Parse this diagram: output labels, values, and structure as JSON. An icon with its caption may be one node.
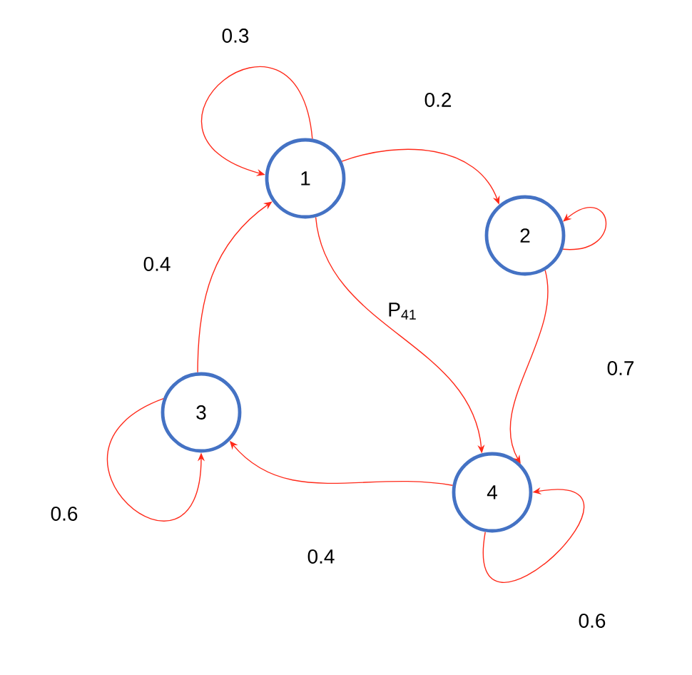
{
  "diagram": {
    "nodes": [
      {
        "text": [
          "1"
        ]
      },
      {
        "text": [
          "2"
        ]
      },
      {
        "text": [
          "3"
        ]
      },
      {
        "text": [
          "4"
        ]
      }
    ],
    "edges": [
      {
        "from": 0,
        "to": 0,
        "arrow": "to",
        "label": "0.3"
      },
      {
        "from": 0,
        "to": 1,
        "arrow": "to",
        "label": "0.2"
      },
      {
        "from": 1,
        "to": 1,
        "arrow": "to"
      },
      {
        "from": 0,
        "to": 3,
        "arrow": "to",
        "label": "P$_{41}$"
      },
      {
        "from": 1,
        "to": 3,
        "arrow": "to",
        "label": "0.7"
      },
      {
        "from": 3,
        "to": 3,
        "arrow": "to",
        "label": "0.6"
      },
      {
        "from": 3,
        "to": 2,
        "arrow": "to",
        "label": "0.4"
      },
      {
        "from": 2,
        "to": 2,
        "arrow": "to",
        "label": "0.6"
      },
      {
        "from": 2,
        "to": 0,
        "arrow": "to",
        "label": "0.4"
      }
    ]
  }
}
